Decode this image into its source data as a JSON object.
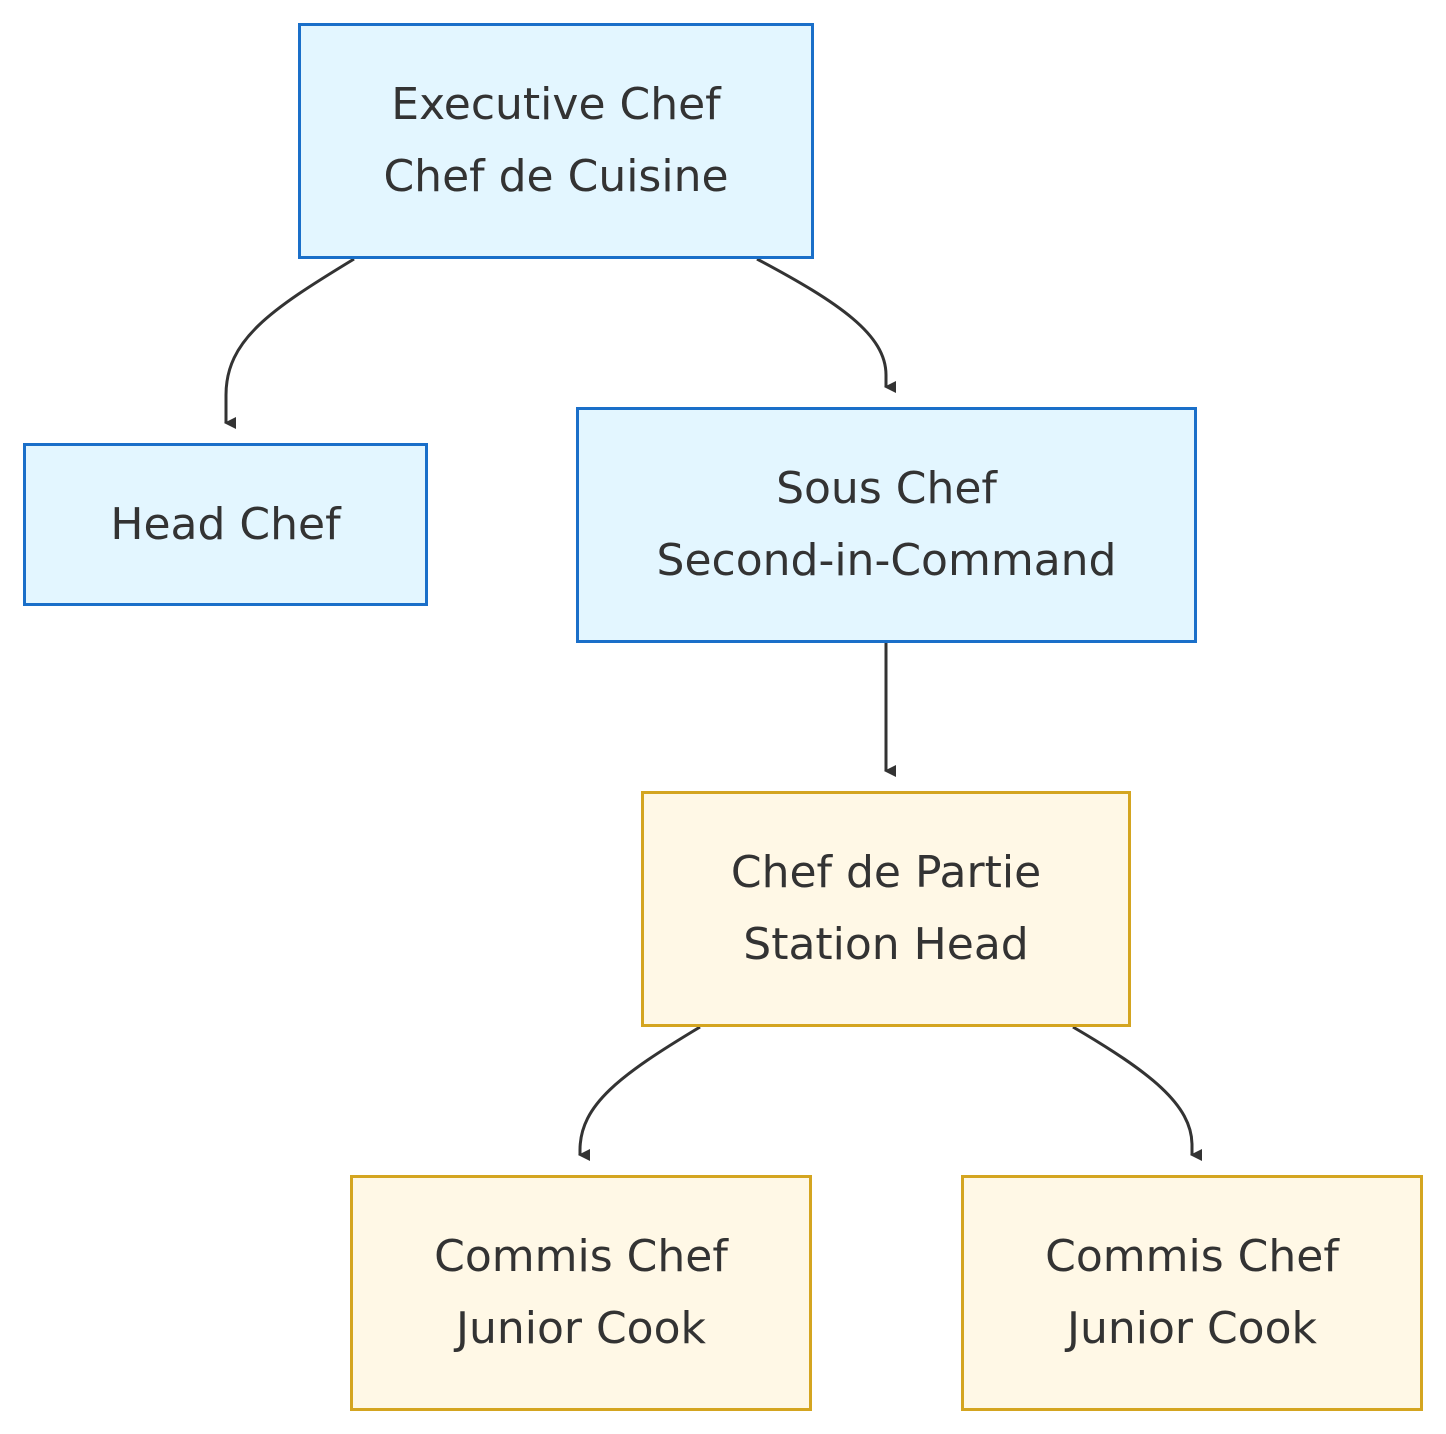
{
  "colors": {
    "upper_fill": "#e3f6ff",
    "upper_border": "#1a6fc9",
    "lower_fill": "#fff8e6",
    "lower_border": "#d4a520",
    "edge": "#333333",
    "text": "#333333"
  },
  "nodes": {
    "executive": {
      "line1": "Executive Chef",
      "line2": "Chef de Cuisine"
    },
    "head": {
      "line1": "Head Chef"
    },
    "sous": {
      "line1": "Sous Chef",
      "line2": "Second-in-Command"
    },
    "partie": {
      "line1": "Chef de Partie",
      "line2": "Station Head"
    },
    "commis_left": {
      "line1": "Commis Chef",
      "line2": "Junior Cook"
    },
    "commis_right": {
      "line1": "Commis Chef",
      "line2": "Junior Cook"
    }
  },
  "edges": [
    {
      "from": "executive",
      "to": "head"
    },
    {
      "from": "executive",
      "to": "sous"
    },
    {
      "from": "sous",
      "to": "partie"
    },
    {
      "from": "partie",
      "to": "commis_left"
    },
    {
      "from": "partie",
      "to": "commis_right"
    }
  ]
}
